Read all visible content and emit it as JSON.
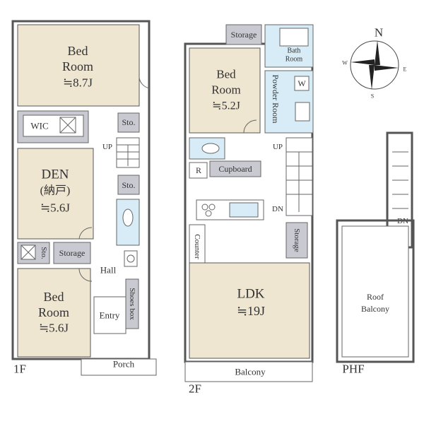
{
  "floors": {
    "f1": "1F",
    "f2": "2F",
    "phf": "PHF"
  },
  "rooms_1f": {
    "bed_top_1": "Bed",
    "bed_top_2": "Room",
    "bed_top_3": "≒8.7J",
    "wic": "WIC",
    "sto1": "Sto.",
    "sto2": "Sto.",
    "den_1": "DEN",
    "den_2": "(納戸)",
    "den_3": "≒5.6J",
    "sto3": "Sto.",
    "storage": "Storage",
    "hall": "Hall",
    "bed_bot_1": "Bed",
    "bed_bot_2": "Room",
    "bed_bot_3": "≒5.6J",
    "entry": "Entry",
    "shoes_box": "Shoes box",
    "porch": "Porch",
    "up": "UP"
  },
  "rooms_2f": {
    "storage_top": "Storage",
    "bath_1": "Bath",
    "bath_2": "Room",
    "bed_1": "Bed",
    "bed_2": "Room",
    "bed_3": "≒5.2J",
    "powder": "Powder Room",
    "w": "W",
    "up": "UP",
    "r": "R",
    "cupboard": "Cupboard",
    "dn": "DN",
    "counter": "Counter",
    "storage_right": "Storage",
    "ldk_1": "LDK",
    "ldk_2": "≒19J",
    "balcony": "Balcony"
  },
  "rooms_phf": {
    "dn": "DN",
    "roof_1": "Roof",
    "roof_2": "Balcony"
  },
  "compass": {
    "n": "N",
    "e": "E",
    "s": "S",
    "w": "W"
  }
}
